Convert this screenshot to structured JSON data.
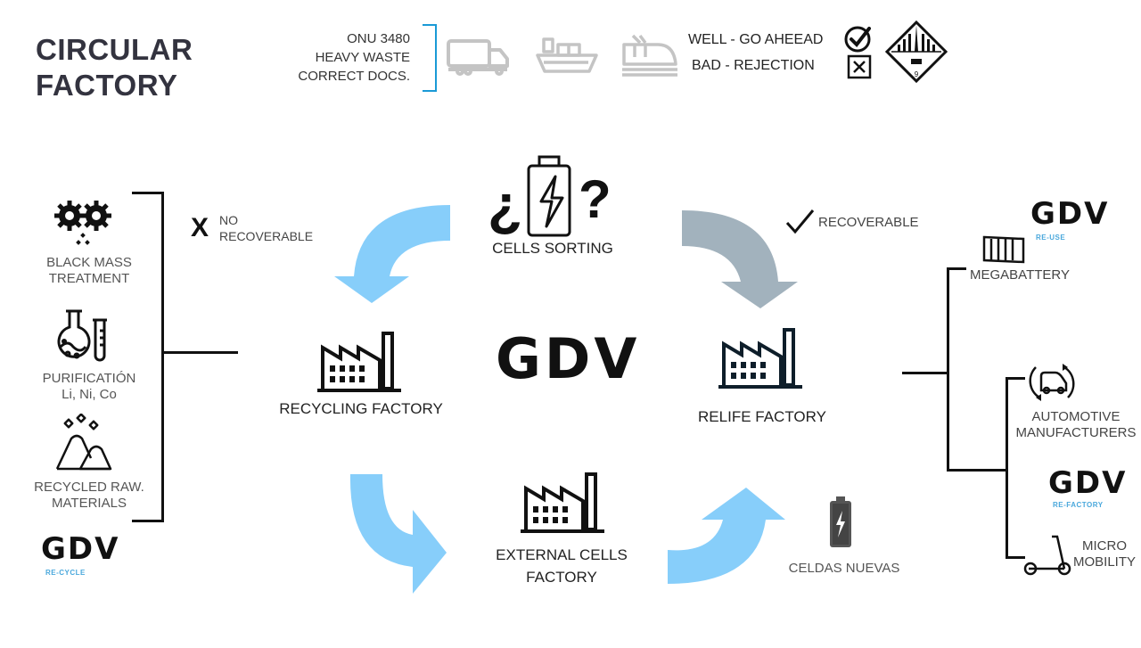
{
  "title": {
    "line1": "CIRCULAR",
    "line2": "FACTORY"
  },
  "transport": {
    "lines": [
      "ONU 3480",
      "HEAVY WASTE",
      "CORRECT DOCS."
    ],
    "icons": [
      "truck-icon",
      "ship-icon",
      "train-icon"
    ]
  },
  "legend": {
    "good": "WELL - GO AHEEAD",
    "bad": "BAD - REJECTION",
    "placard_number": "9"
  },
  "center": {
    "sorting_label": "CELLS SORTING",
    "no_recoverable_mark": "X",
    "no_recoverable_line1": "NO",
    "no_recoverable_line2": "RECOVERABLE",
    "recoverable": "RECOVERABLE",
    "logo": "GDV",
    "recycling_factory": "RECYCLING FACTORY",
    "relife_factory": "RELIFE FACTORY",
    "external_line1": "EXTERNAL CELLS",
    "external_line2": "FACTORY",
    "new_cells": "CELDAS NUEVAS"
  },
  "left": {
    "items": [
      {
        "line1": "BLACK MASS",
        "line2": "TREATMENT"
      },
      {
        "line1": "PURIFICATIÓN",
        "line2": "Li, Ni, Co"
      },
      {
        "line1": "RECYCLED RAW.",
        "line2": "MATERIALS"
      }
    ],
    "logo": "GDV",
    "logo_sub": "RE-CYCLE"
  },
  "right": {
    "reuse_logo": "GDV",
    "reuse_sub": "RE-USE",
    "megabattery": "MEGABATTERY",
    "automotive_line1": "AUTOMOTIVE",
    "automotive_line2": "MANUFACTURERS",
    "refactory_logo": "GDV",
    "refactory_sub": "RE-FACTORY",
    "micro_line1": "MICRO",
    "micro_line2": "MOBILITY"
  },
  "colors": {
    "arrow_blue": "#87cefa",
    "arrow_gray": "#a2b2bd",
    "accent_blue": "#1a9ad6",
    "title": "#33333f"
  }
}
